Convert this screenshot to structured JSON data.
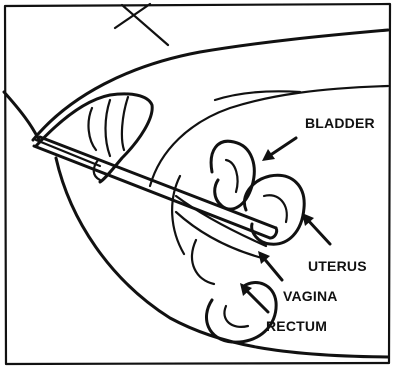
{
  "labels": {
    "bladder": "BLADDER",
    "uterus": "UTERUS",
    "vagina": "VAGINA",
    "rectum": "RECTUM"
  }
}
